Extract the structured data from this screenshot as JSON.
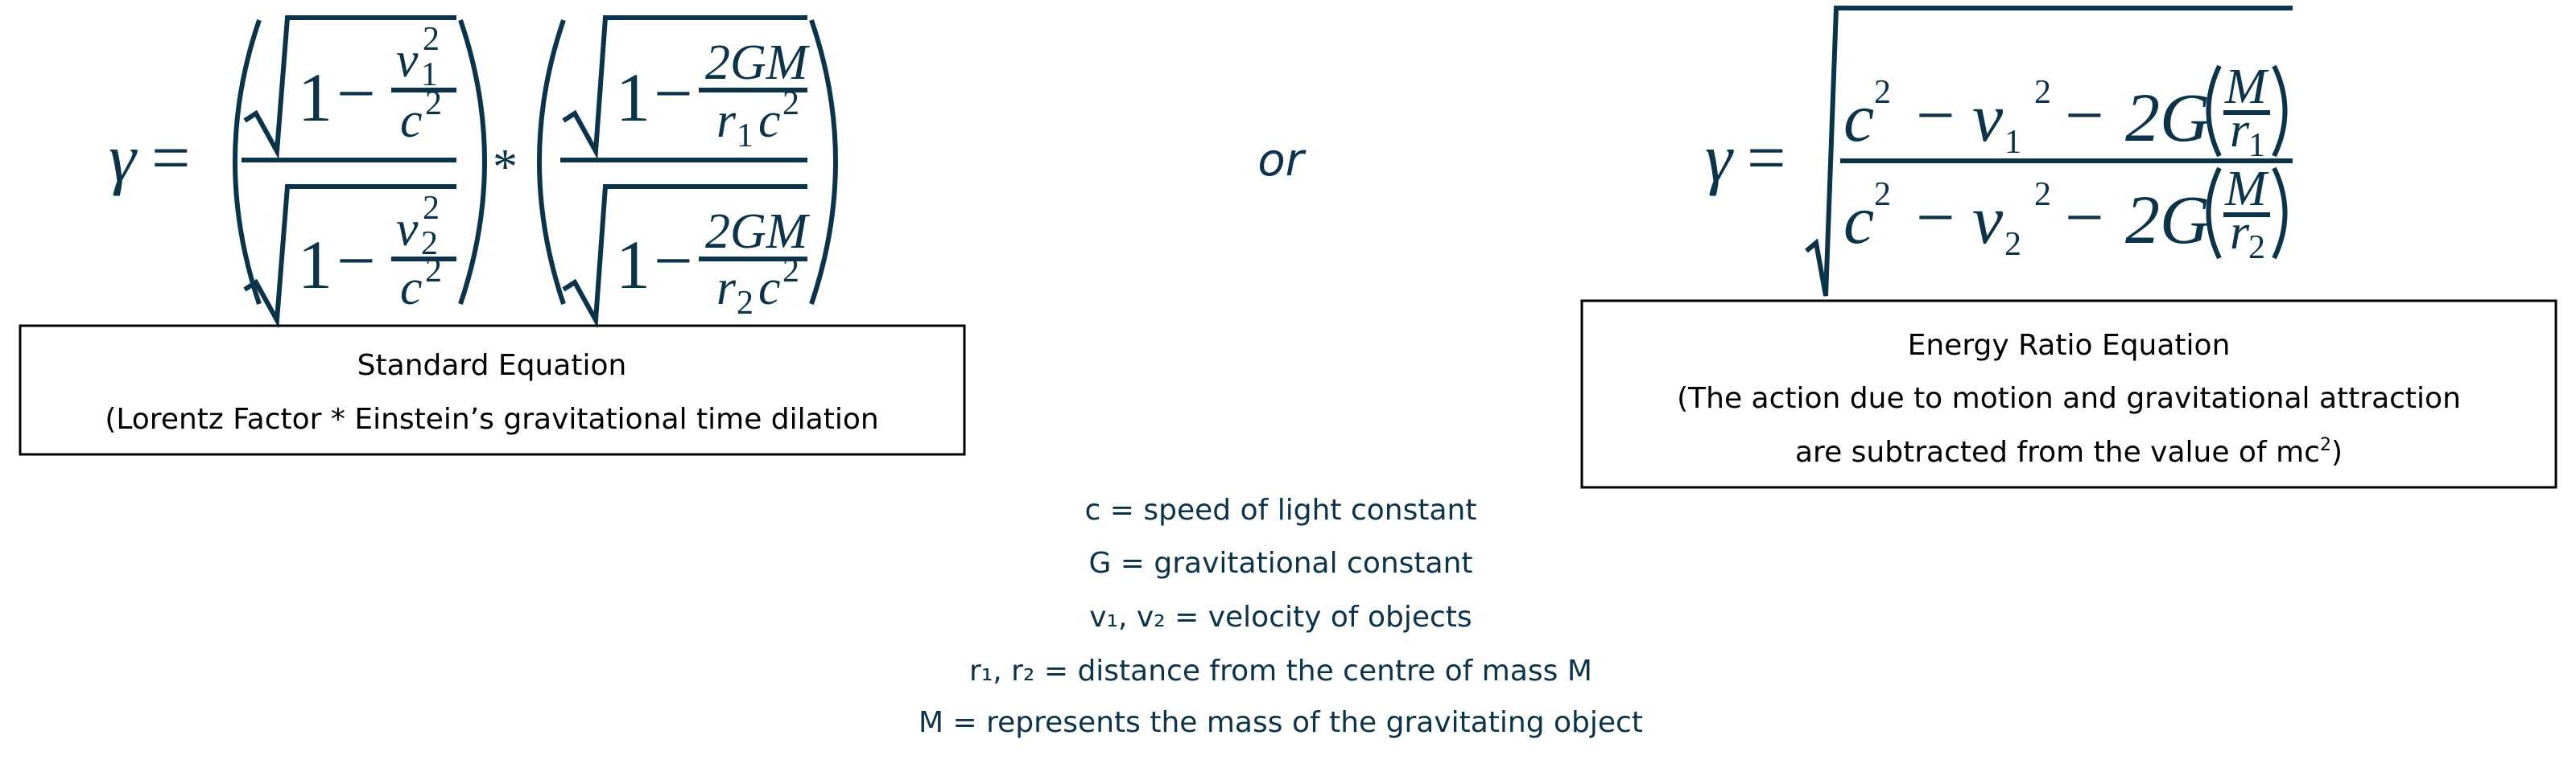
{
  "standard_equation": {
    "lhs": "γ",
    "eq": "=",
    "one": "1",
    "minus": "−",
    "v": "v",
    "c": "c",
    "sub1": "1",
    "sub2": "2",
    "sup": "2",
    "two_gm": "2GM",
    "r": "r",
    "times": "*"
  },
  "separator": "or",
  "energy_equation": {
    "lhs": "γ",
    "eq": "=",
    "c": "c",
    "v": "v",
    "minus": "−",
    "two_g": "2G",
    "m": "M",
    "r": "r",
    "sub1": "1",
    "sub2": "2",
    "sup": "2"
  },
  "standard_box": {
    "title": "Standard Equation",
    "subtitle": "(Lorentz Factor * Einstein’s gravitational time dilation"
  },
  "energy_box": {
    "title": "Energy Ratio Equation",
    "line1": "(The action due to motion and gravitational attraction",
    "line2_prefix": "are subtracted from the value of mc",
    "line2_sup": "2",
    "line2_suffix": ")"
  },
  "legend": [
    "c = speed of light constant",
    "G = gravitational constant",
    "v₁, v₂ = velocity of objects",
    "r₁, r₂ = distance from the centre of mass M",
    "M = represents the mass of the gravitating object"
  ],
  "colors": {
    "equation": "#0b3349",
    "box_text": "#000000"
  }
}
